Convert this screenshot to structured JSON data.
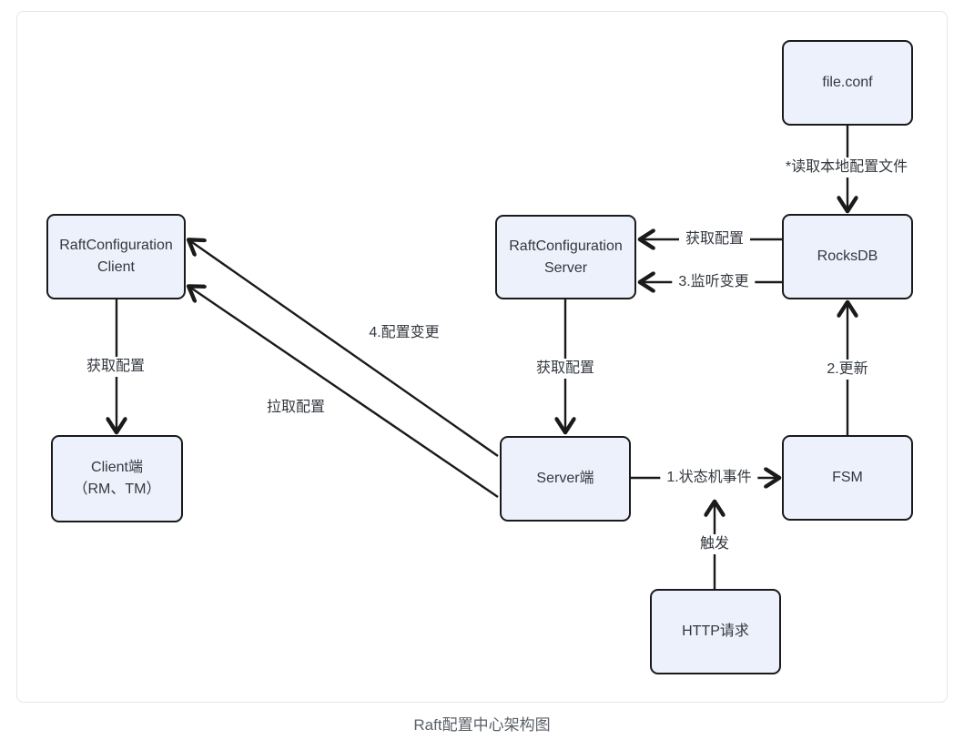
{
  "caption": "Raft配置中心架构图",
  "nodes": {
    "file_conf": {
      "label": "file.conf"
    },
    "rocksdb": {
      "label": "RocksDB"
    },
    "raft_server": {
      "line1": "RaftConfiguration",
      "line2": "Server"
    },
    "raft_client": {
      "line1": "RaftConfiguration",
      "line2": "Client"
    },
    "client_side": {
      "line1": "Client端",
      "line2": "（RM、TM）"
    },
    "server_side": {
      "label": "Server端"
    },
    "fsm": {
      "label": "FSM"
    },
    "http_request": {
      "label": "HTTP请求"
    }
  },
  "edge_labels": {
    "read_local_config": "*读取本地配置文件",
    "get_config_rocksdb": "获取配置",
    "listen_change": "3.监听变更",
    "config_change": "4.配置变更",
    "pull_config": "拉取配置",
    "get_config_client": "获取配置",
    "get_config_server": "获取配置",
    "state_machine_event": "1.状态机事件",
    "update": "2.更新",
    "trigger": "触发"
  },
  "colors": {
    "node_fill": "#edf1fb",
    "node_border": "#1a1a1a",
    "node_text": "#33383f",
    "arrow": "#1a1a1a",
    "card_bg": "#ffffff",
    "card_border": "#e5e5e5",
    "caption_text": "#5b6168"
  }
}
